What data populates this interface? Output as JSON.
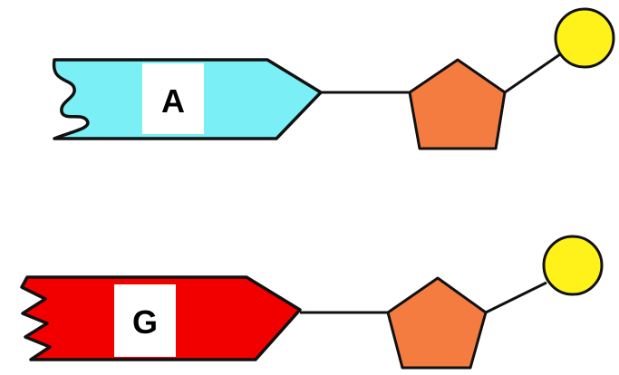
{
  "colors": {
    "background": "#ffffff",
    "outline": "#111111",
    "label_box": "#ffffff",
    "label_text": "#000000",
    "sugar": "#F57C40",
    "phosphate": "#FFF21A"
  },
  "nucleotides": [
    {
      "base": {
        "label": "A",
        "color": "#7AEFF5",
        "icon": "base-tag-shape"
      },
      "sugar": {
        "icon": "pentagon-sugar-shape"
      },
      "phosphate": {
        "icon": "circle-phosphate-shape"
      }
    },
    {
      "base": {
        "label": "G",
        "color": "#F20000",
        "icon": "base-tag-shape"
      },
      "sugar": {
        "icon": "pentagon-sugar-shape"
      },
      "phosphate": {
        "icon": "circle-phosphate-shape"
      }
    }
  ]
}
